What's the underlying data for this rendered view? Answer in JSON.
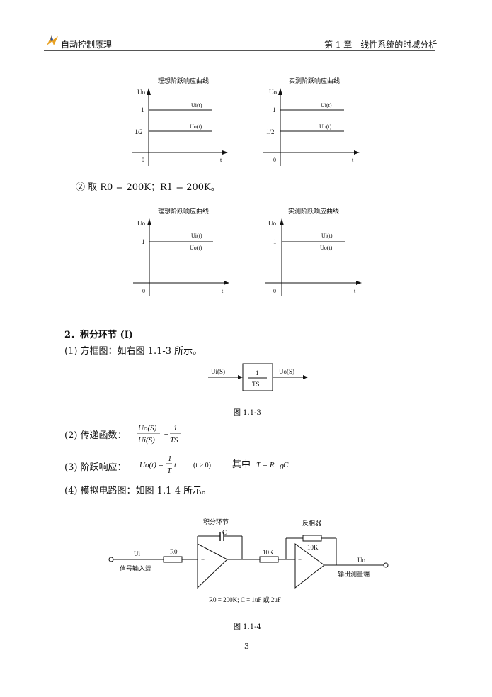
{
  "header": {
    "book_title": "自动控制原理",
    "chapter": "第 1 章　线性系统的时域分析"
  },
  "graphs": {
    "ideal_title": "理想阶跃响应曲线",
    "measured_title": "实测阶跃响应曲线",
    "y_axis": "Uo",
    "x_axis": "t",
    "origin": "0",
    "tick_1": "1",
    "tick_half": "1/2",
    "ui_label": "Ui(t)",
    "uo_label": "Uo(t)"
  },
  "case2_text": "② 取 R0 = 200K；R1 = 200K。",
  "section": {
    "heading": "2．积分环节 (I)",
    "item1": "(1) 方框图：如右图 1.1-3 所示。",
    "item2_label": "(2) 传递函数：",
    "item3_label": "(3) 阶跃响应：",
    "item3_where": "其中",
    "item4": "(4) 模拟电路图：如图 1.1-4 所示。"
  },
  "block_diagram": {
    "input": "Ui(S)",
    "output": "Uo(S)",
    "numerator": "1",
    "denominator": "TS",
    "caption": "图 1.1-3"
  },
  "transfer_fn": {
    "num": "Uo(S)",
    "den": "Ui(S)",
    "eq": "=",
    "rhs_num": "1",
    "rhs_den": "TS"
  },
  "step_resp": {
    "lhs": "Uo(t) =",
    "frac_num": "1",
    "frac_den": "T",
    "var": "t",
    "cond": "(t ≥ 0)",
    "T_eq": "T = R",
    "sub": "0",
    "C": "C"
  },
  "circuit": {
    "integrator_label": "积分环节",
    "inverter_label": "反相器",
    "cap_label": "C",
    "r0_label": "R0",
    "r_mid_label": "10K",
    "r_fb_label": "10K",
    "input_label": "Ui",
    "input_desc": "信号输入端",
    "output_label": "Uo",
    "output_desc": "输出测量端",
    "minus": "−",
    "params": "R0 = 200K; C = 1uF  或  2uF",
    "caption": "图 1.1-4"
  },
  "page_number": "3"
}
